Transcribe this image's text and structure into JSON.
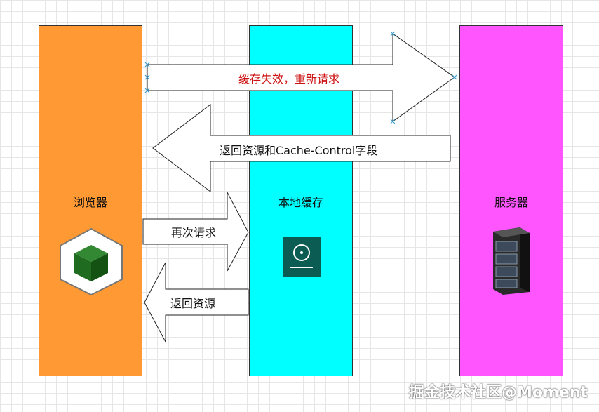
{
  "columns": {
    "browser": "浏览器",
    "cache": "本地缓存",
    "server": "服务器"
  },
  "arrows": {
    "expire": "缓存失效，重新请求",
    "return_cache_control": "返回资源和Cache-Control字段",
    "request_again": "再次请求",
    "return_resource": "返回资源"
  },
  "icons": {
    "browser": "cube-icon",
    "cache": "disk-icon",
    "server": "server-rack-icon"
  },
  "watermark": "掘金技术社区@Moment",
  "colors": {
    "browser": "#ff9933",
    "cache": "#00ffff",
    "server": "#ff55ff",
    "expire_text": "#cc1111"
  }
}
